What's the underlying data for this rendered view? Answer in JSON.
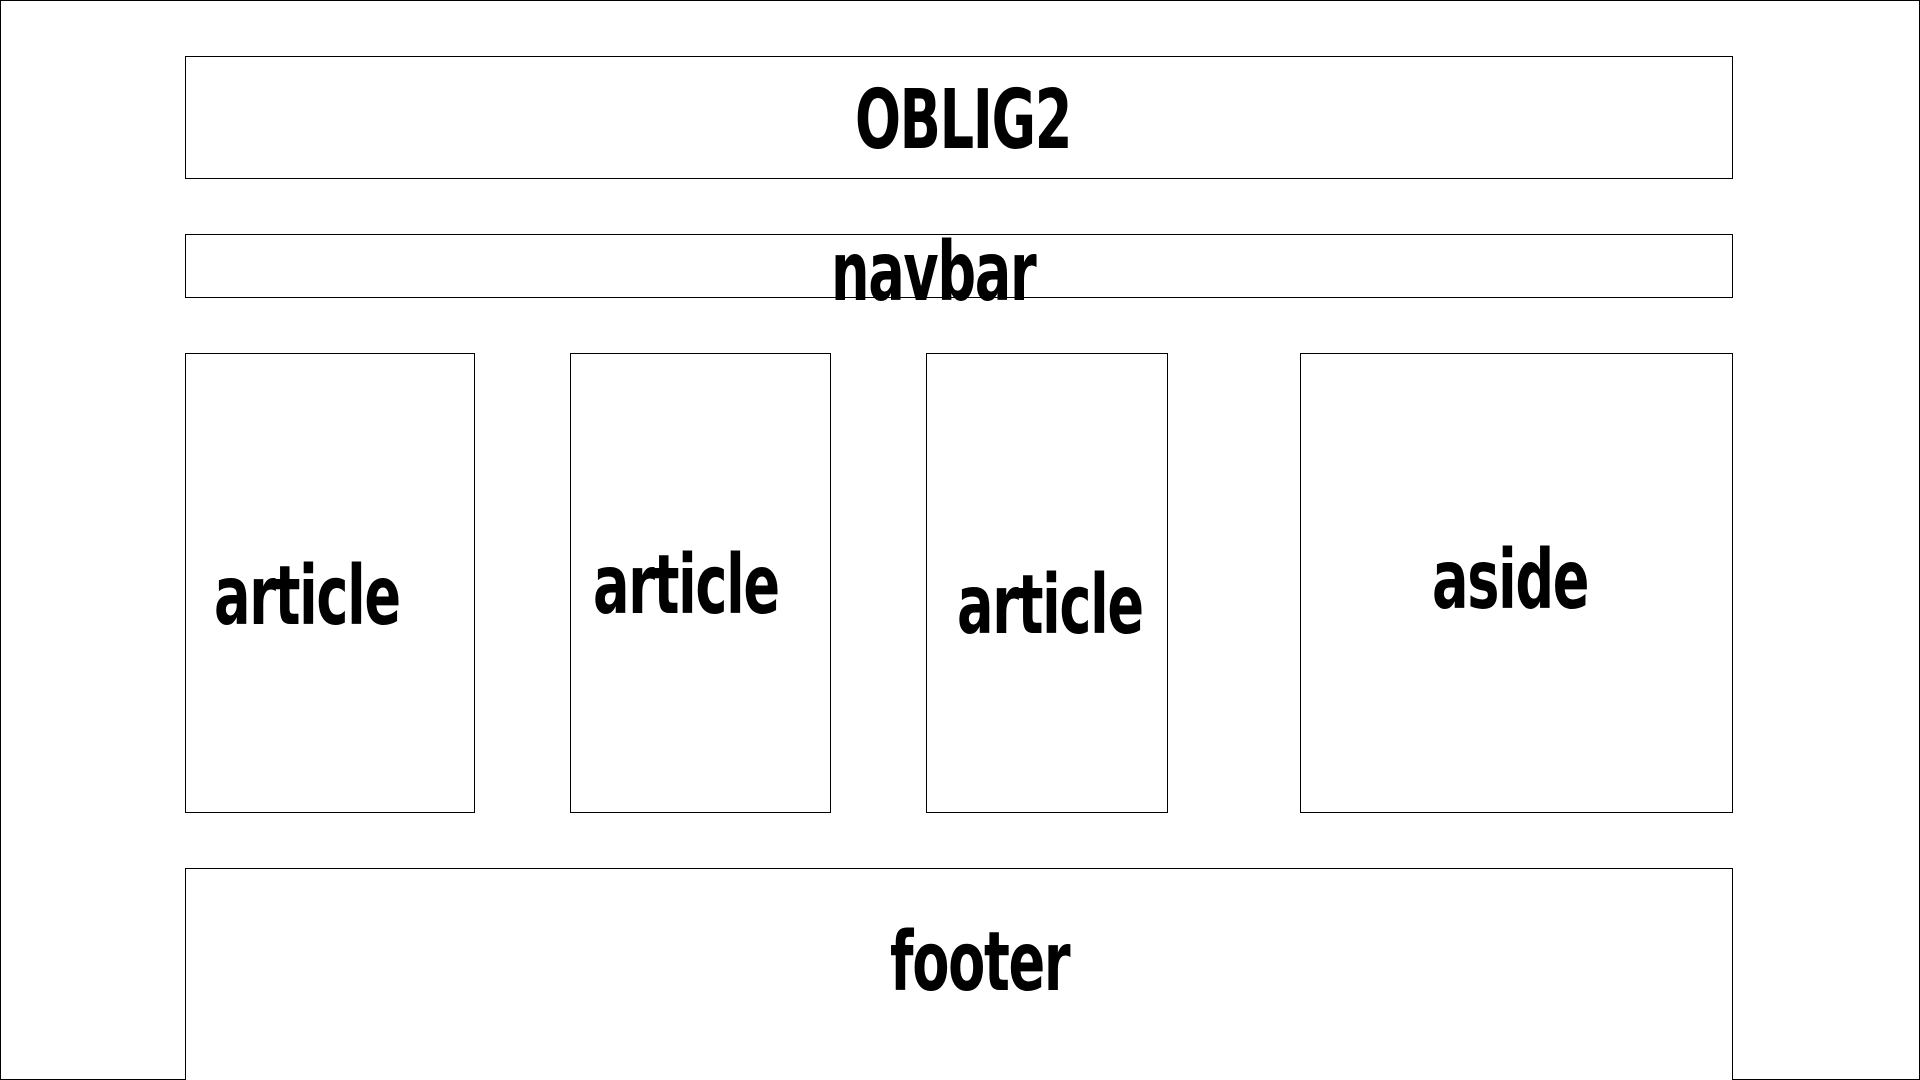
{
  "header": {
    "title": "OBLIG2"
  },
  "navbar": {
    "label": "navbar"
  },
  "main": {
    "articles": [
      {
        "label": "article"
      },
      {
        "label": "article"
      },
      {
        "label": "article"
      }
    ],
    "aside": {
      "label": "aside"
    }
  },
  "footer": {
    "label": "footer"
  },
  "colors": {
    "border": "#000000",
    "text": "#000000",
    "background": "#ffffff"
  }
}
